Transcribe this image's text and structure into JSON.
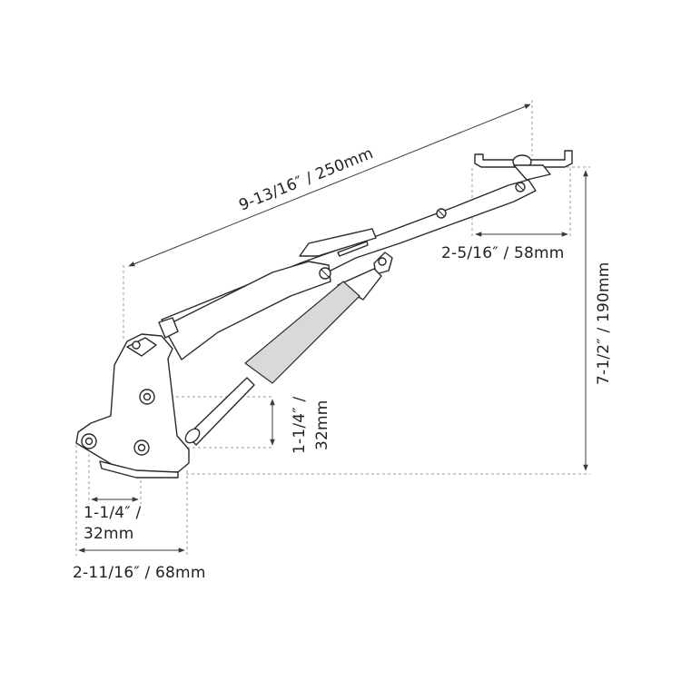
{
  "dimensions": {
    "length": "9-13/16″ / 250mm",
    "bracket_width": "2-5/16″ / 58mm",
    "height": "7-1/2″ / 190mm",
    "hole_spacing_vertical_line1": "1-1/4″ /",
    "hole_spacing_vertical_line2": "32mm",
    "hole_spacing_horizontal_line1": "1-1/4″ /",
    "hole_spacing_horizontal_line2": "32mm",
    "base_width": "2-11/16″ / 68mm"
  },
  "colors": {
    "line": "#2a2a2a",
    "shade": "#d9d9d9",
    "dashed": "#9a9a9a"
  }
}
